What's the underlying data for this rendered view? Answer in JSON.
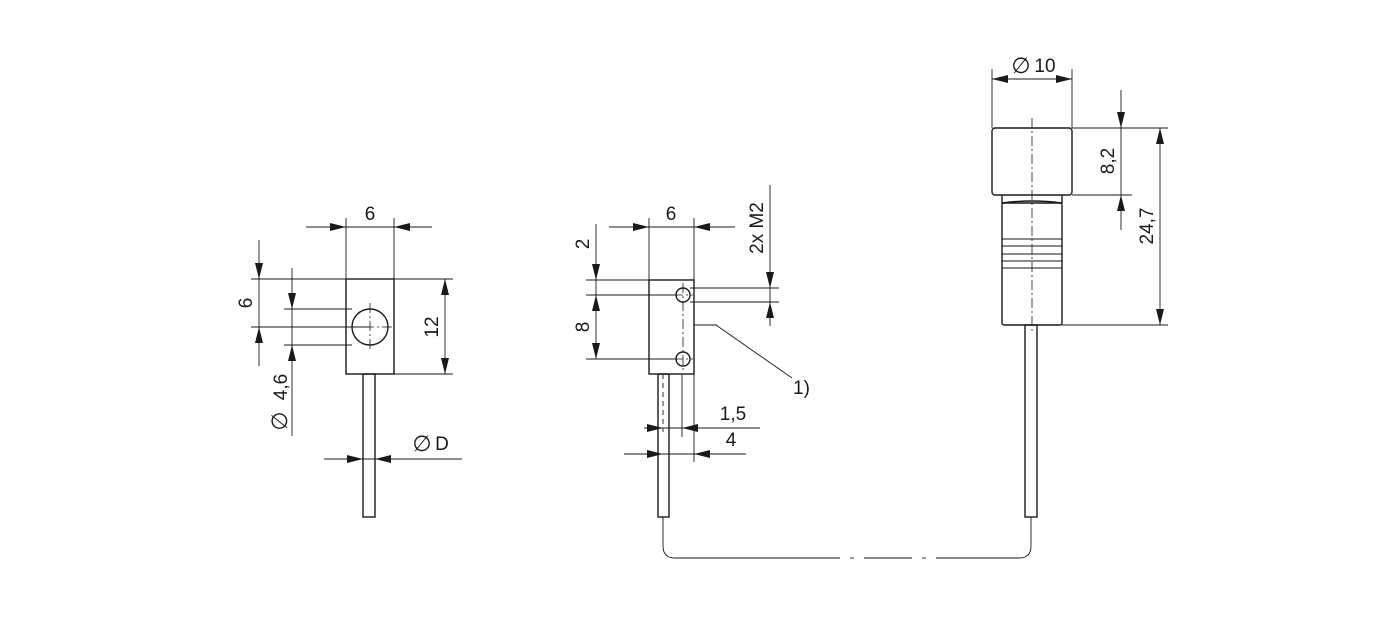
{
  "view_left": {
    "width_label": "6",
    "height_label": "12",
    "hole_offset_label": "6",
    "hole_diameter_label": "4,6",
    "cable_diameter_label": "D"
  },
  "view_middle": {
    "width_label": "6",
    "top_offset_label": "2",
    "hole_pitch_label": "8",
    "thread_label": "2x M2",
    "offset_label_1": "1,5",
    "offset_label_2": "4",
    "note_ref": "1)"
  },
  "connector": {
    "diameter_label": "10",
    "nut_height_label": "8,2",
    "total_height_label": "24,7"
  },
  "diameter_symbol": "∅"
}
